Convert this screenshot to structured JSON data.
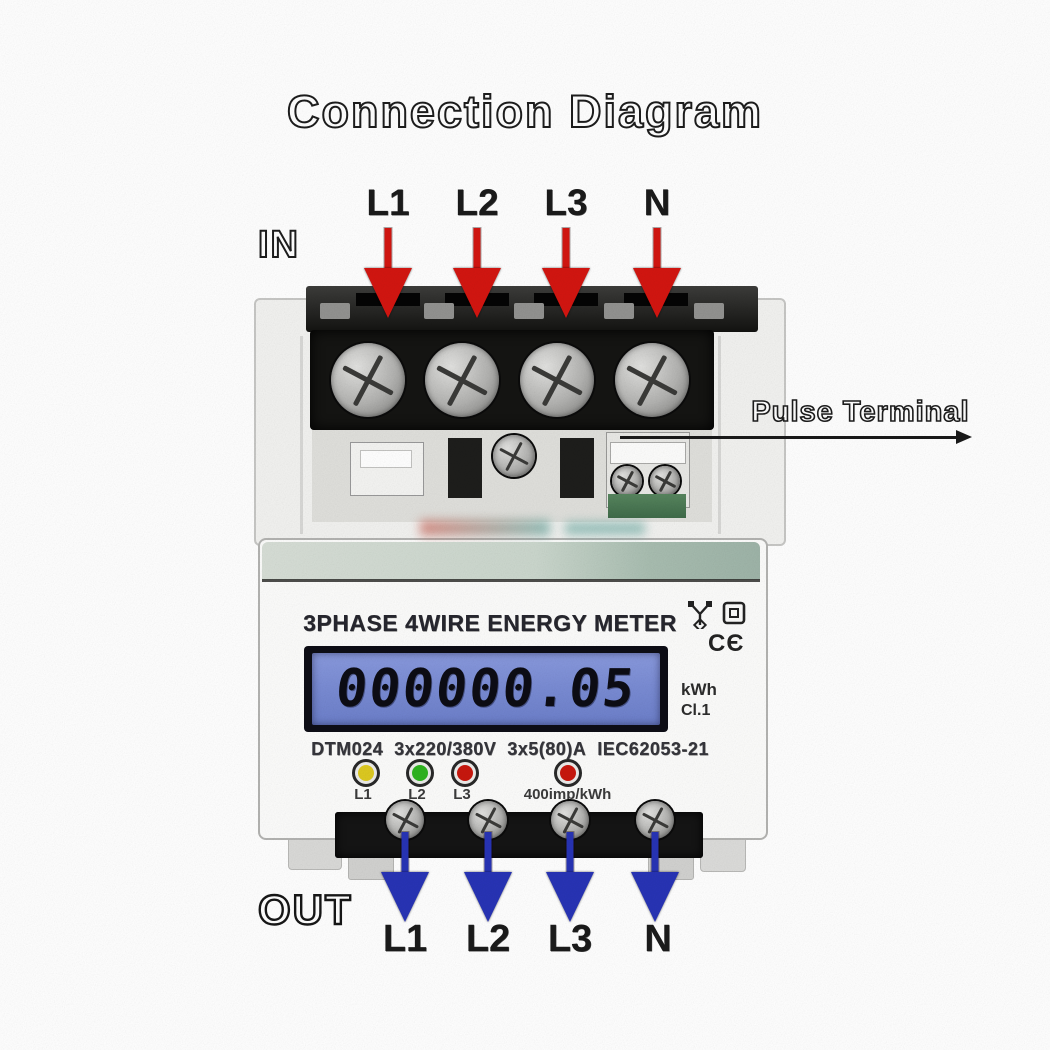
{
  "title": "Connection Diagram",
  "in_label": "IN",
  "out_label": "OUT",
  "pulse_terminal_label": "Pulse Terminal",
  "top_terminals": [
    "L1",
    "L2",
    "L3",
    "N"
  ],
  "bottom_terminals": [
    "L1",
    "L2",
    "L3",
    "N"
  ],
  "meter": {
    "name": "3PHASE 4WIRE ENERGY METER",
    "lcd_value": "000000.05",
    "unit": "kWh",
    "accuracy_class": "Cl.1",
    "model": "DTM024",
    "voltage_rating": "3x220/380V",
    "current_rating": "3x5(80)A",
    "standard": "IEC62053-21",
    "ce_mark": "CЄ",
    "leds": [
      {
        "label": "L1",
        "color": "#ddc920"
      },
      {
        "label": "L2",
        "color": "#2eb31e"
      },
      {
        "label": "L3",
        "color": "#c8170d"
      },
      {
        "label": "400imp/kWh",
        "color": "#c8170d"
      }
    ]
  },
  "colors": {
    "in_arrow": "#d31510",
    "out_arrow": "#2733b5",
    "lcd_background": "#7a8cd4",
    "terminal_block": "#161616",
    "meter_body": "#fcfcfb"
  }
}
